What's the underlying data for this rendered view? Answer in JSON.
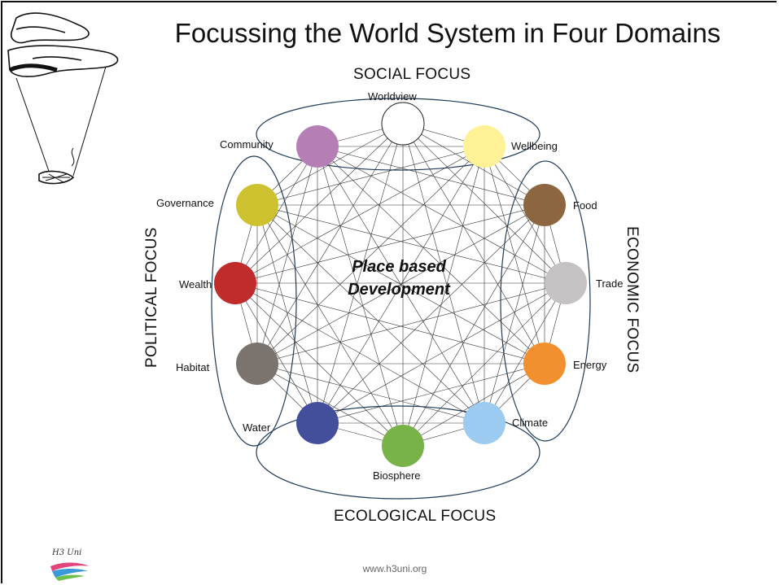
{
  "title": "Focussing the World System in Four Domains",
  "focus_labels": {
    "social": "SOCIAL FOCUS",
    "political": "POLITICAL FOCUS",
    "economic": "ECONOMIC FOCUS",
    "ecological": "ECOLOGICAL FOCUS"
  },
  "center_label": [
    "Place based",
    "Development"
  ],
  "nodes": [
    {
      "label": "Worldview",
      "color": "#ffffff"
    },
    {
      "label": "Wellbeing",
      "color": "#fff195"
    },
    {
      "label": "Food",
      "color": "#8b6640"
    },
    {
      "label": "Trade",
      "color": "#c4c2c2"
    },
    {
      "label": "Energy",
      "color": "#f2902f"
    },
    {
      "label": "Climate",
      "color": "#9ccbf2"
    },
    {
      "label": "Biosphere",
      "color": "#79b248"
    },
    {
      "label": "Water",
      "color": "#444f9c"
    },
    {
      "label": "Habitat",
      "color": "#7b746e"
    },
    {
      "label": "Wealth",
      "color": "#c02b2c"
    },
    {
      "label": "Governance",
      "color": "#cec12f"
    },
    {
      "label": "Community",
      "color": "#b57fb6"
    }
  ],
  "footer": {
    "website": "www.h3uni.org",
    "logo_text": "H3 Uni"
  }
}
